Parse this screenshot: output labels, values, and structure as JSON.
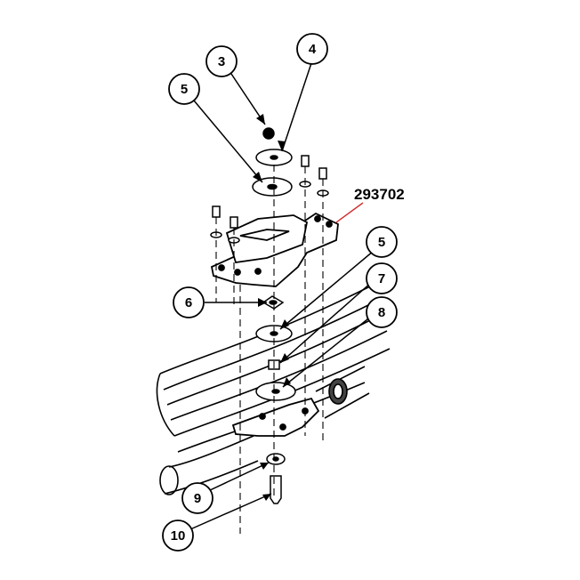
{
  "diagram": {
    "part_number": "293702",
    "part_number_leader_color": "#d03030",
    "callouts": [
      {
        "id": "c3",
        "label": "3"
      },
      {
        "id": "c4",
        "label": "4"
      },
      {
        "id": "c5a",
        "label": "5"
      },
      {
        "id": "c5b",
        "label": "5"
      },
      {
        "id": "c6",
        "label": "6"
      },
      {
        "id": "c7",
        "label": "7"
      },
      {
        "id": "c8",
        "label": "8"
      },
      {
        "id": "c9",
        "label": "9"
      },
      {
        "id": "c10",
        "label": "10"
      }
    ]
  }
}
